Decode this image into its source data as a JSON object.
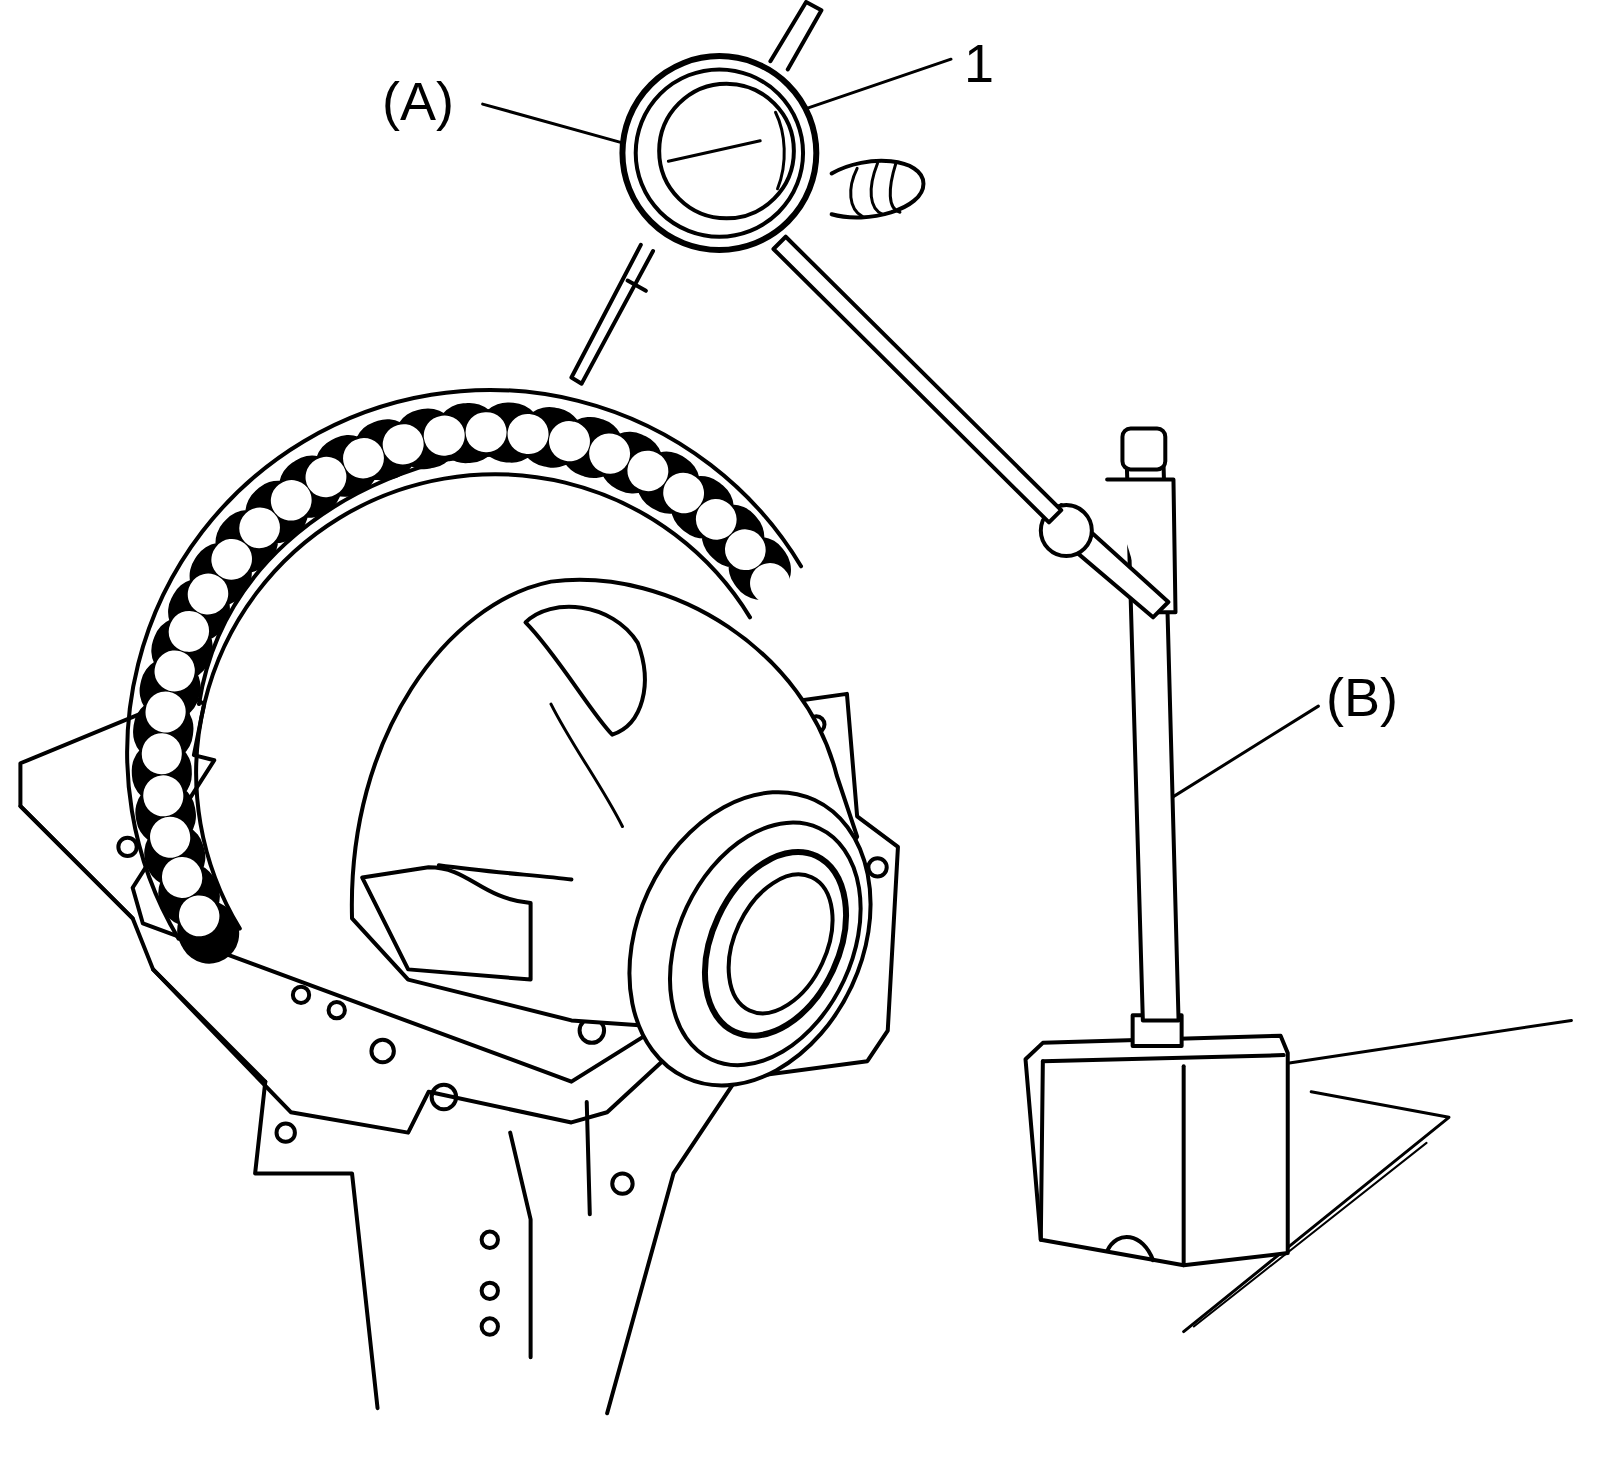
{
  "diagram": {
    "labels": [
      "(A)",
      "1",
      "(B)"
    ]
  }
}
